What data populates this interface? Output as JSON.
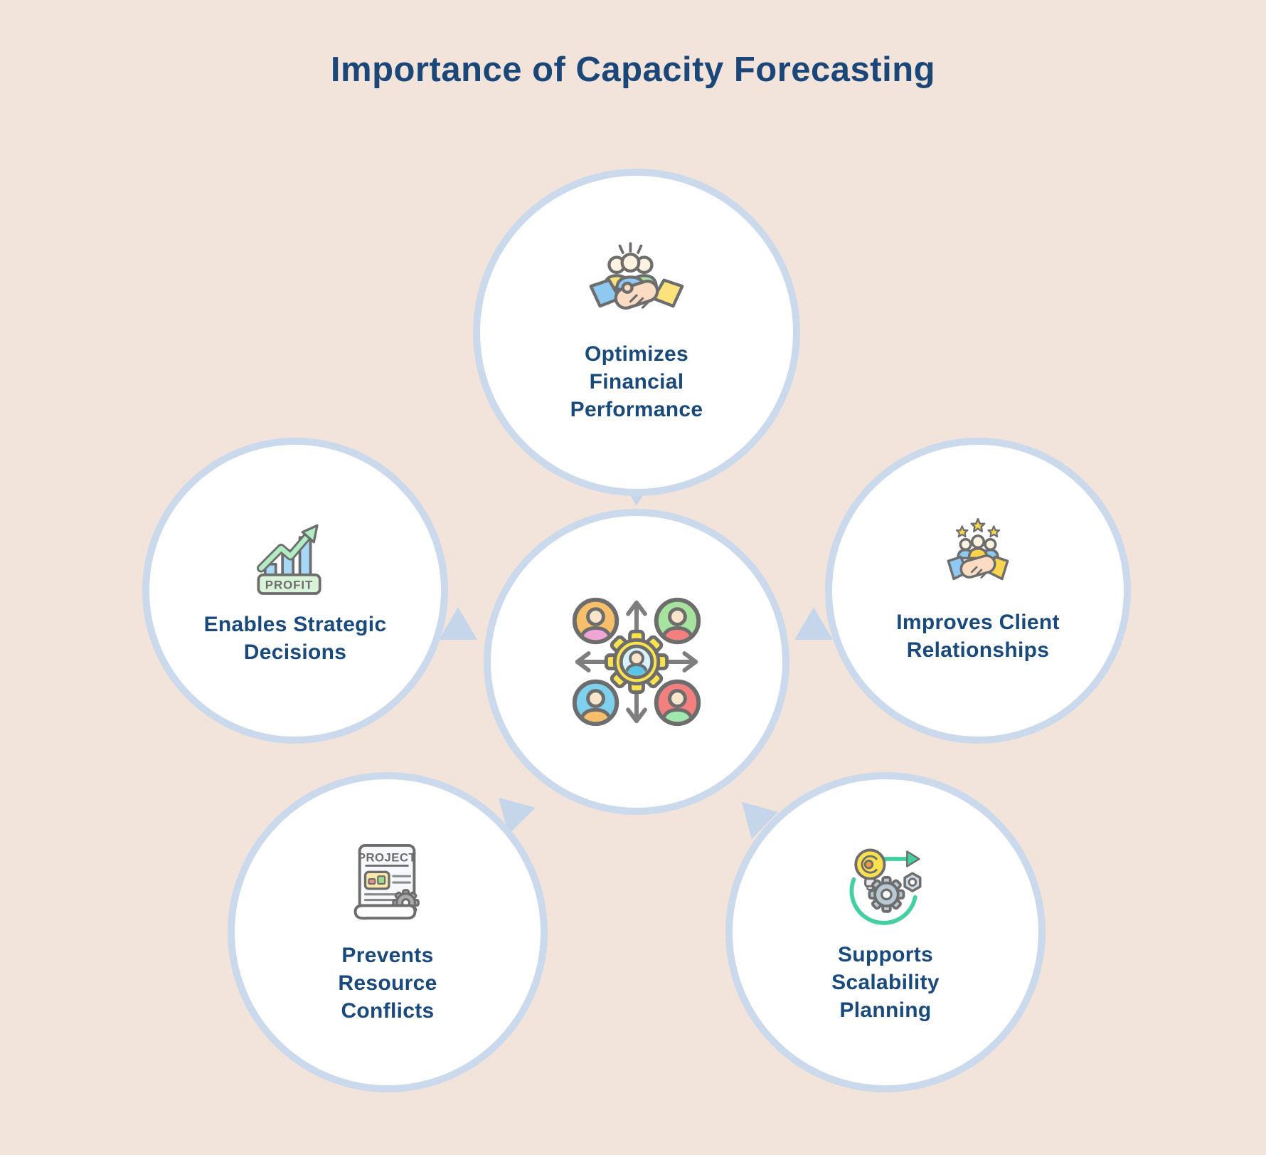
{
  "title": "Importance of Capacity Forecasting",
  "background_color": "#f2e4da",
  "accent": {
    "circle_border": "#cbd9ec",
    "arrow_color": "#c5d5ea",
    "text_color": "#1a4a7d"
  },
  "center_node": {
    "icon": "team-coordination-icon"
  },
  "nodes": [
    {
      "id": "optimizes-financial-performance",
      "label": "Optimizes\nFinancial\nPerformance",
      "icon": "team-handshake-icon"
    },
    {
      "id": "enables-strategic-decisions",
      "label": "Enables Strategic\nDecisions",
      "icon": "profit-growth-icon",
      "icon_text": "PROFIT"
    },
    {
      "id": "improves-client-relationships",
      "label": "Improves Client\nRelationships",
      "icon": "client-handshake-stars-icon"
    },
    {
      "id": "prevents-resource-conflicts",
      "label": "Prevents\nResource\nConflicts",
      "icon": "project-document-gear-icon",
      "icon_text": "PROJECT"
    },
    {
      "id": "supports-scalability-planning",
      "label": "Supports\nScalability\nPlanning",
      "icon": "scalability-gears-icon"
    }
  ]
}
